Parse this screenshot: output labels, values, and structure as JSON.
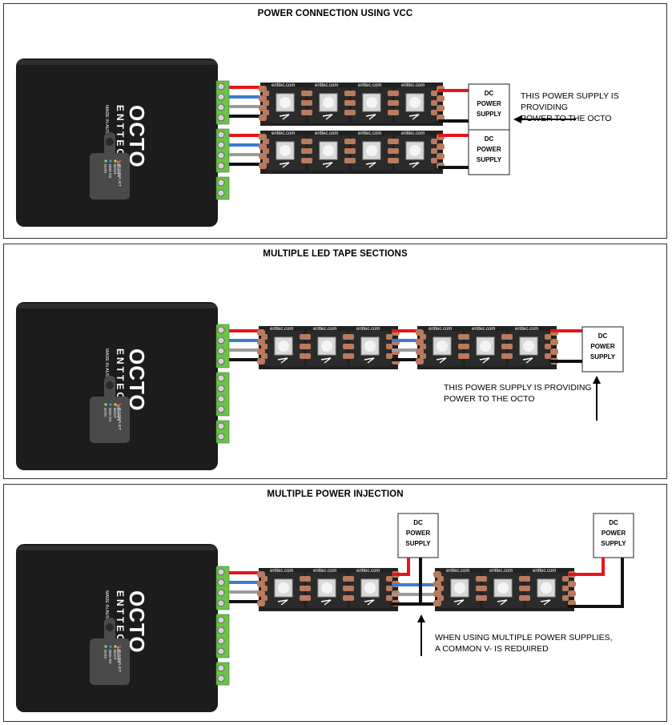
{
  "panels": [
    {
      "title": "POWER CONNECTION USING VCC",
      "note": "THIS POWER SUPPLY IS PROVIDING\nPOWER TO THE OCTO"
    },
    {
      "title": "MULTIPLE LED TAPE SECTIONS",
      "note": "THIS POWER SUPPLY IS PROVIDING\nPOWER TO THE OCTO"
    },
    {
      "title": "MULTIPLE POWER INJECTION",
      "note": "WHEN USING MULTIPLE POWER SUPPLIES,\nA COMMON V- IS REDUIRED"
    }
  ],
  "psu_label": [
    "DC",
    "POWER",
    "SUPPLY"
  ],
  "device": {
    "brand": "ENTTEC",
    "model": "OCTO",
    "origin": "MADE IN AUSTRALIA",
    "leds": [
      "IDENTIFY",
      "DATA",
      "DMX RX",
      "BOOT",
      "IP CONFLICT"
    ]
  },
  "led_pixel_label": "enttec.com",
  "colors": {
    "vplus": "#e8141b",
    "data": "#3a7bd5",
    "clock": "#9b9b9b",
    "vminus": "#111111",
    "terminal": "#6cc24a",
    "pcb": "#b97a5d",
    "body": "#1c1c1c"
  }
}
